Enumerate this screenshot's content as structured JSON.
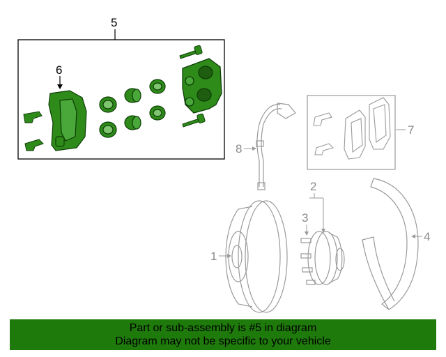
{
  "diagram": {
    "callouts": {
      "c1": "1",
      "c2": "2",
      "c3": "3",
      "c4": "4",
      "c5": "5",
      "c6": "6",
      "c7": "7",
      "c8": "8"
    },
    "highlight_color": "#2e8b1a",
    "line_color": "#9a9a9a"
  },
  "banner": {
    "line1": "Part or sub-assembly is #5 in diagram",
    "line2": "Diagram may not be specific to your vehicle",
    "color": "#1f7a0c"
  }
}
